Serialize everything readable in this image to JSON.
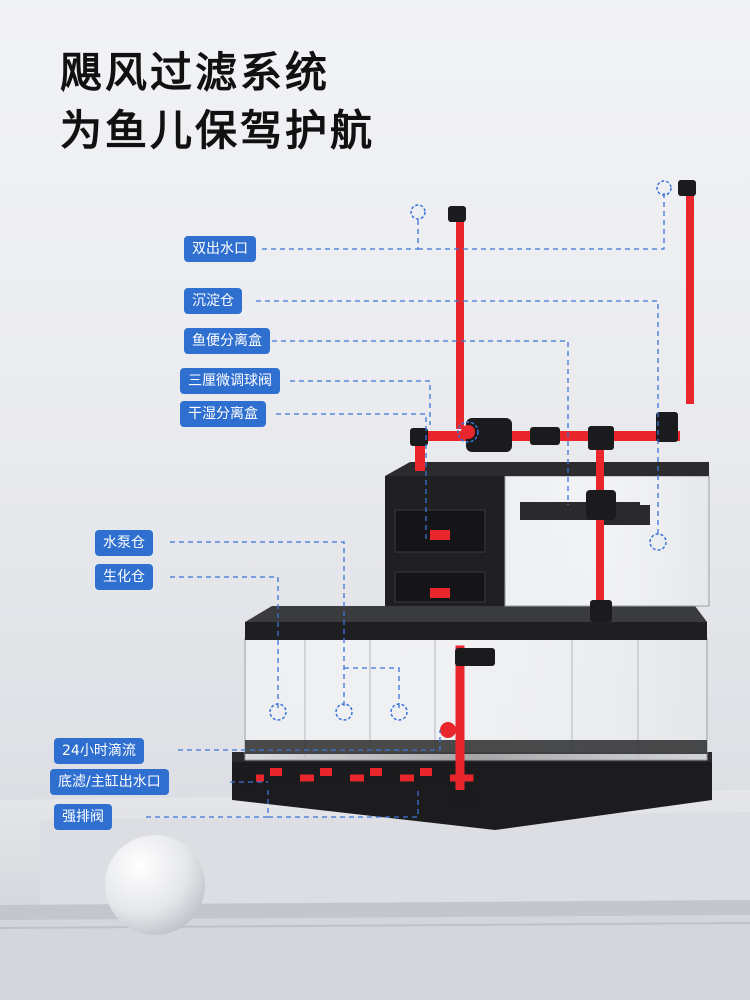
{
  "headline": {
    "line1": "飓风过滤系统",
    "line2": "为鱼儿保驾护航"
  },
  "colors": {
    "label_bg": "#2f6fd0",
    "pipe_red": "#e8262b",
    "leader_line": "#3b74d8",
    "tank_black": "#1c1c1e"
  },
  "labels": [
    "双出水口",
    "沉淀仓",
    "鱼便分离盒",
    "三厘微调球阀",
    "干湿分离盒",
    "水泵仓",
    "生化仓",
    "24小时滴流",
    "底滤/主缸出水口",
    "强排阀"
  ]
}
